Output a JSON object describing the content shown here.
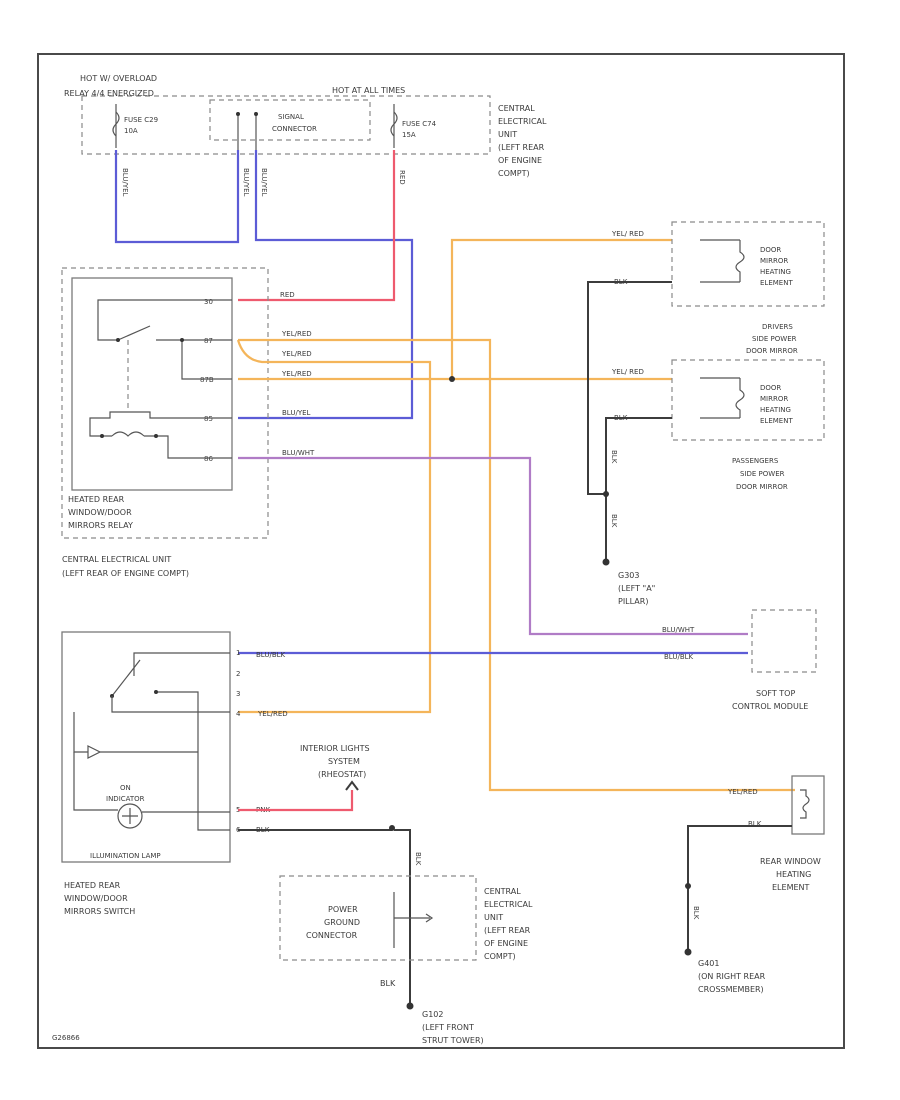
{
  "relay_header": {
    "line1": "HOT W/ OVERLOAD",
    "line2": "RELAY 4/4 ENERGIZED"
  },
  "hot_header": "HOT AT ALL TIMES",
  "fuse_c29": {
    "line1": "FUSE C29",
    "line2": "10A"
  },
  "fuse_c74": {
    "line1": "FUSE C74",
    "line2": "15A"
  },
  "signal_connector": {
    "line1": "SIGNAL",
    "line2": "CONNECTOR"
  },
  "ceu_top": [
    "CENTRAL",
    "ELECTRICAL",
    "UNIT",
    "(LEFT REAR",
    "OF ENGINE",
    "COMPT)"
  ],
  "relay_name": [
    "HEATED REAR",
    "WINDOW/DOOR",
    "MIRRORS RELAY"
  ],
  "ceu_mid": [
    "CENTRAL ELECTRICAL UNIT",
    "(LEFT REAR OF ENGINE COMPT)"
  ],
  "relay_pins": [
    "30",
    "87",
    "87B",
    "85",
    "86"
  ],
  "wires": {
    "red": "RED",
    "yel_red": "YEL/RED",
    "blu_yel": "BLU/YEL",
    "blu_wht": "BLU/WHT",
    "blu_blk": "BLU/BLK",
    "yel_red_top": "YEL/ RED",
    "blk": "BLK",
    "pnk": "PNK"
  },
  "door_mirror": [
    "DOOR",
    "MIRROR",
    "HEATING",
    "ELEMENT"
  ],
  "drivers_mirror": [
    "DRIVERS",
    "SIDE POWER",
    "DOOR MIRROR"
  ],
  "passengers_mirror": [
    "PASSENGERS",
    "SIDE POWER",
    "DOOR MIRROR"
  ],
  "g303": [
    "G303",
    "(LEFT \"A\"",
    "PILLAR)"
  ],
  "soft_top": [
    "SOFT TOP",
    "CONTROL MODULE"
  ],
  "interior_lights": [
    "INTERIOR LIGHTS",
    "SYSTEM",
    "(RHEOSTAT)"
  ],
  "switch_labels": {
    "on_indicator": "ON",
    "indicator": "INDICATOR",
    "illumination": "ILLUMINATION LAMP"
  },
  "switch_name": [
    "HEATED REAR",
    "WINDOW/DOOR",
    "MIRRORS SWITCH"
  ],
  "switch_pins": [
    "1",
    "2",
    "3",
    "4",
    "5",
    "6"
  ],
  "power_ground": [
    "POWER",
    "GROUND",
    "CONNECTOR"
  ],
  "ceu_bottom": [
    "CENTRAL",
    "ELECTRICAL",
    "UNIT",
    "(LEFT REAR",
    "OF ENGINE",
    "COMPT)"
  ],
  "g102": [
    "G102",
    "(LEFT FRONT",
    "STRUT TOWER)"
  ],
  "rear_window": [
    "REAR WINDOW",
    "HEATING",
    "ELEMENT"
  ],
  "g401": [
    "G401",
    "(ON RIGHT REAR",
    "CROSSMEMBER)"
  ],
  "diagram_id": "G26866"
}
